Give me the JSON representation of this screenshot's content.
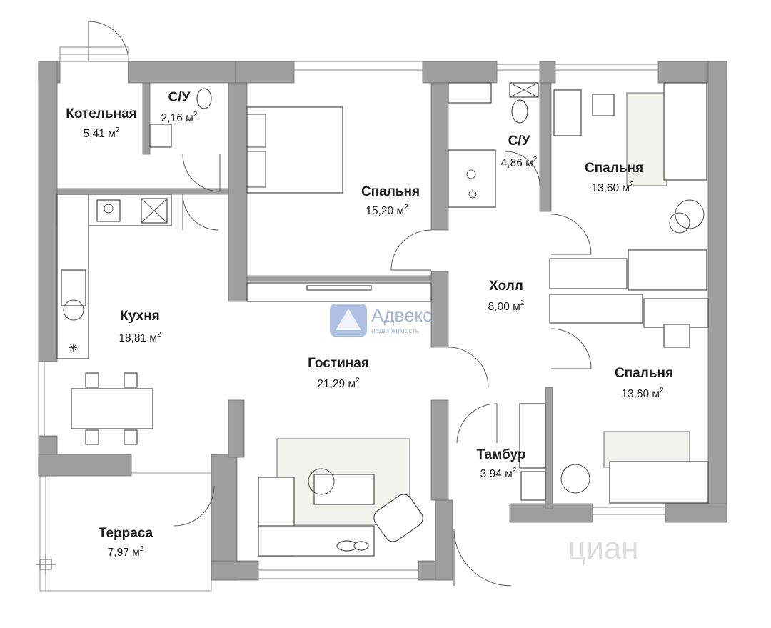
{
  "rooms": [
    {
      "id": "boiler",
      "name": "Котельная",
      "area": "5,41 м"
    },
    {
      "id": "wc1",
      "name": "С/У",
      "area": "2,16 м"
    },
    {
      "id": "bedroom1",
      "name": "Спальня",
      "area": "15,20 м"
    },
    {
      "id": "wc2",
      "name": "С/У",
      "area": "4,86 м"
    },
    {
      "id": "bedroom2",
      "name": "Спальня",
      "area": "13,60 м"
    },
    {
      "id": "kitchen",
      "name": "Кухня",
      "area": "18,81 м"
    },
    {
      "id": "hall",
      "name": "Холл",
      "area": "8,00 м"
    },
    {
      "id": "living",
      "name": "Гостиная",
      "area": "21,29 м"
    },
    {
      "id": "bedroom3",
      "name": "Спальня",
      "area": "13,60 м"
    },
    {
      "id": "vestibule",
      "name": "Тамбур",
      "area": "3,94 м"
    },
    {
      "id": "terrace",
      "name": "Терраса",
      "area": "7,97 м"
    }
  ],
  "area_unit_superscript": "2",
  "watermarks": {
    "brand_name": "Адвекс",
    "brand_tagline": "недвижимость",
    "site_logo": "циан"
  }
}
